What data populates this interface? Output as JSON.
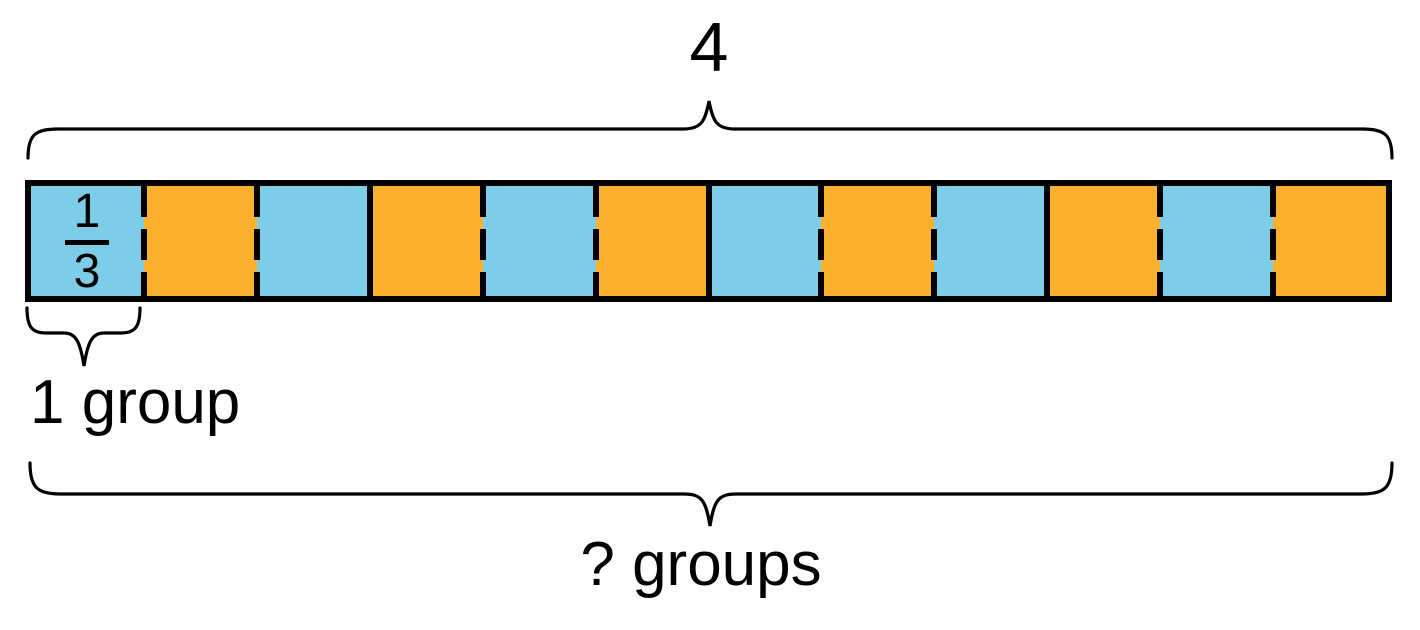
{
  "background_color": "#FFFFFF",
  "diagram": {
    "total_label": "4",
    "unit_fraction": {
      "numerator": "1",
      "denominator": "3"
    },
    "group_label": "1 group",
    "question_label": "? groups",
    "colors": {
      "blue": "#7DCDE9",
      "orange": "#FBB02E",
      "line": "#000000"
    },
    "segment_count": 12,
    "segments": [
      "blue",
      "orange",
      "blue",
      "orange",
      "blue",
      "orange",
      "blue",
      "orange",
      "blue",
      "orange",
      "blue",
      "orange"
    ],
    "solid_divider_after": [
      3,
      6,
      9
    ]
  }
}
